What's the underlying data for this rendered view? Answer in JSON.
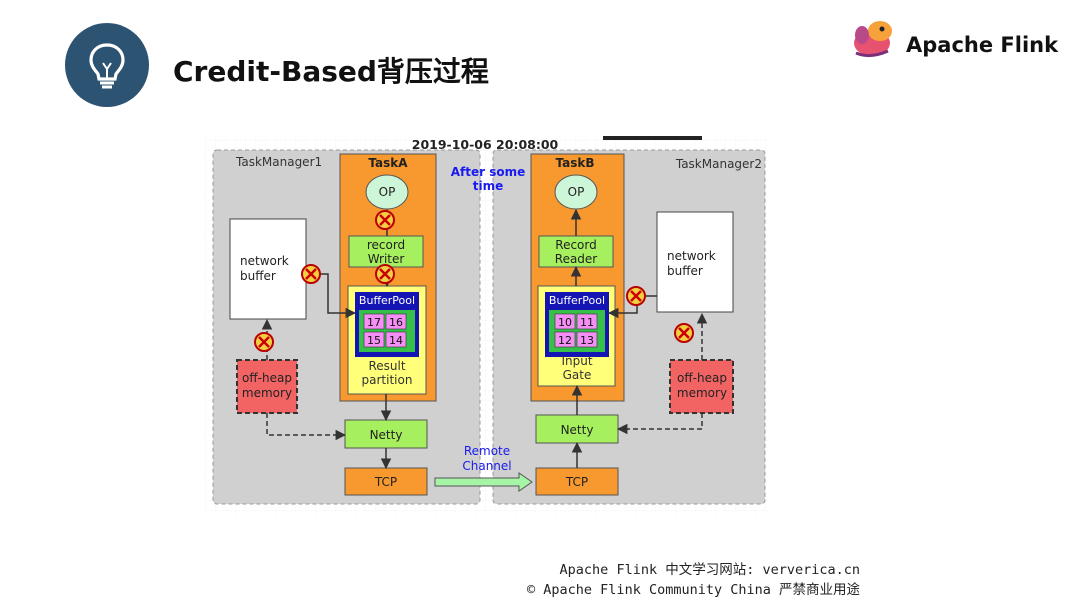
{
  "header": {
    "title": "Credit-Based背压过程",
    "brand": "Apache Flink",
    "icon": "lightbulb-icon",
    "brand_logo": "squirrel-logo-icon"
  },
  "diagram": {
    "timestamp": "2019-10-06 20:08:00",
    "annotation": "After some time",
    "annotation_lines": [
      "After some",
      "time"
    ],
    "remote_channel_lines": [
      "Remote",
      "Channel"
    ],
    "left": {
      "manager": "TaskManager1",
      "task": "TaskA",
      "op": "OP",
      "writer_lines": [
        "record",
        "Writer"
      ],
      "network_buffer_lines": [
        "network",
        "buffer"
      ],
      "bufferpool": "BufferPool",
      "buffers": [
        "17",
        "16",
        "15",
        "14"
      ],
      "partition_lines": [
        "Result",
        "partition"
      ],
      "offheap_lines": [
        "off-heap",
        "memory"
      ],
      "netty": "Netty",
      "tcp": "TCP"
    },
    "right": {
      "manager": "TaskManager2",
      "task": "TaskB",
      "op": "OP",
      "reader_lines": [
        "Record",
        "Reader"
      ],
      "network_buffer_lines": [
        "network",
        "buffer"
      ],
      "bufferpool": "BufferPool",
      "buffers": [
        "10",
        "11",
        "12",
        "13"
      ],
      "gate_lines": [
        "Input",
        "Gate"
      ],
      "offheap_lines": [
        "off-heap",
        "memory"
      ],
      "netty": "Netty",
      "tcp": "TCP"
    },
    "colors": {
      "manager_bg": "#d0d0d0",
      "task_bg": "#f7992e",
      "op_bg": "#cdf5d8",
      "record_bg": "#a6ef5e",
      "pool_outer": "#ffff7a",
      "pool_inner": "#1414b4",
      "buffer_cell": "#f58ef5",
      "offheap_bg": "#f26464",
      "blocked_marker": "#f0d040",
      "link_color": "#1a1aee"
    }
  },
  "footer": {
    "line1": "Apache Flink 中文学习网站:  ververica.cn",
    "line2": "© Apache Flink Community China  严禁商业用途"
  }
}
